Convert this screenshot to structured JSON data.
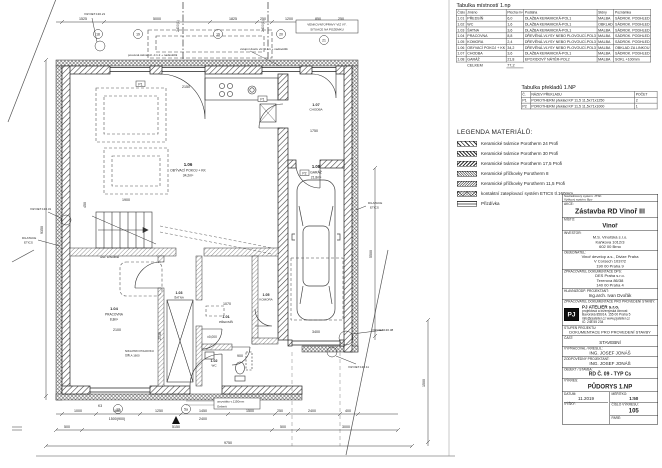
{
  "sheet": {
    "ink": "#1f1f1f",
    "paper": "#ffffff"
  },
  "plan": {
    "rooms": [
      {
        "id": "1.01",
        "name": "PŘEDSÍŇ",
        "area": "6,0m²"
      },
      {
        "id": "1.02",
        "name": "WC",
        "area": "1,6m²"
      },
      {
        "id": "1.03",
        "name": "ŠATNA",
        "area": "3,6m²"
      },
      {
        "id": "1.04",
        "name": "PRACOVNA",
        "area": "8,8m²"
      },
      {
        "id": "1.05",
        "name": "KOMORA",
        "area": "2,4m²"
      },
      {
        "id": "1.06",
        "name": "OBÝVACÍ POKOJ + KK",
        "area": "34,2m²"
      },
      {
        "id": "1.07",
        "name": "CHODBA",
        "area": "3,6m²"
      },
      {
        "id": "1.08",
        "name": "GARÁŽ",
        "area": "21,8m²"
      }
    ],
    "dims": {
      "top": [
        "1525",
        "5000",
        "1825",
        "250",
        "1200",
        "850",
        "250"
      ],
      "top_sub": [
        "2400(1)",
        "2400(1)"
      ],
      "bottom1": [
        "1000",
        "1880",
        "1250",
        "1450",
        "1500",
        "250",
        "2400",
        "400"
      ],
      "bottom1_sub": [
        "1500(900)",
        "2400"
      ],
      "bottom2": [
        "500",
        "5150",
        "500",
        "3000"
      ],
      "bottom3": "9750",
      "left": [
        "9350"
      ],
      "right": [
        "5500",
        "1500"
      ],
      "inner": [
        "2150",
        "1900",
        "450",
        "2100",
        "2730",
        "1070",
        "1750",
        "3400",
        "900"
      ]
    },
    "marks": {
      "windows": [
        "18",
        "19",
        "19",
        "20",
        "21"
      ],
      "bottom_circles": [
        "13",
        "5a"
      ],
      "k3": "K3",
      "p_marks": [
        "P1",
        "P1",
        "P2"
      ]
    },
    "details": [
      "VIZ DET.130.21",
      "VIZ DET.130.31",
      "VIZ DET.130.38",
      "VIZ DET.130.11"
    ],
    "dilatace_line1": "DILATACE",
    "dilatace_line2": "ETICS",
    "level": "±0,000",
    "notes": {
      "venkovni1": "VENKOVNÍ ÚPRAVY VIZ VÝ.",
      "venkovni2": "SITUACE NA POZEMKU",
      "posuvna": "posuvná stěna viz. d.1.2 + nadsvětlík",
      "vstup": "vstupní dveře viz. d.1.1 + nadsvětlík",
      "nika1": "NIKA PRO POHOVKU",
      "nika2": "ŠÍŘ.A 1600",
      "umyvadlo1": "umyvátko v.1150mm",
      "umyvadlo2": "Geberit",
      "schodiste": "ocel. schodiště"
    }
  },
  "room_table": {
    "title": "Tabulka místností 1.np",
    "headers": [
      "Číslo",
      "Jméno",
      "Plocha m²",
      "Podlaha",
      "Stěny",
      "Poznámka"
    ],
    "rows": [
      [
        "1.01",
        "PŘEDSÍŇ",
        "6,0",
        "DLAŽBA KERAMICKÁ-POL1",
        "MALBA",
        "SÁDROK. PODHLED"
      ],
      [
        "1.02",
        "WC",
        "1,6",
        "DLAŽBA KERAMICKÁ-POL1",
        "OBKLAD",
        "SÁDROK. PODHLED"
      ],
      [
        "1.03",
        "ŠATNA",
        "3,6",
        "DLAŽBA KERAMICKÁ-POL1",
        "MALBA",
        "SÁDROK. PODHLED"
      ],
      [
        "1.04",
        "PRACOVNA",
        "8,8",
        "DŘEVĚNÁ-VLYSY NEBO PLOVOUCÍ-POL3",
        "MALBA",
        "SÁDROK. PODHLED"
      ],
      [
        "1.05",
        "KOMORA",
        "2,4",
        "DŘEVĚNÁ-VLYSY NEBO PLOVOUCÍ-POL3",
        "MALBA",
        "SÁDROK. PODHLED"
      ],
      [
        "1.06",
        "OBÝVACÍ POKOJ + KK",
        "34,2",
        "DŘEVĚNÁ-VLYSY NEBO PLOVOUCÍ-POL3",
        "MALBA",
        "OBKLAD ZA LINKOU"
      ],
      [
        "1.07",
        "CHODBA",
        "3,6",
        "DLAŽBA KERAMICKÁ-POL1",
        "MALBA",
        "SÁDROK. PODHLED"
      ],
      [
        "1.08",
        "GARÁŽ",
        "21,8",
        "EPOXIDOVÝ NÁTĚR-POL2",
        "MALBA",
        "SOKL +100mm"
      ]
    ],
    "footer": [
      "",
      "CELKEM",
      "77,2",
      "",
      "",
      ""
    ]
  },
  "lintel_table": {
    "title": "Tabulka překladů 1.NP",
    "headers": [
      "Č.",
      "NÁZEV PŘEKLADU",
      "POČET"
    ],
    "rows": [
      [
        "P1",
        "POROTHERM překlad KP 11,5  11,5x71x1250",
        "2"
      ],
      [
        "P2",
        "POROTHERM překlad KP 11,5  11,5x71x1000",
        "1"
      ]
    ]
  },
  "legend": {
    "title": "LEGENDA MATERIÁLŮ:",
    "items": [
      {
        "pattern": "p24",
        "label": "Keramické tvárnice Porotherm 24 Profi"
      },
      {
        "pattern": "p30",
        "label": "Keramické tvárnice Porotherm 30 Profi"
      },
      {
        "pattern": "p175",
        "label": "Keramické tvárnice Porotherm 17,5 Profi"
      },
      {
        "pattern": "p8",
        "label": "Keramické příčkovky Porotherm 8"
      },
      {
        "pattern": "p115",
        "label": "Keramické příčkovky Porotherm 11,5 Profi"
      },
      {
        "pattern": "etics",
        "label": "kontaktní zateplovací systém ETICS tl.160mm"
      },
      {
        "pattern": "prizdivka",
        "label": "Přizdívka"
      }
    ]
  },
  "titleblock": {
    "sys1": "Souřadnicový systém: JTSK",
    "sys2": "Výškový systém: Bpv",
    "akce_label": "AKCE:",
    "akce": "Zástavba RD Vinoř III",
    "misto_label": "MÍSTO:",
    "misto": "Vinoř",
    "investor_label": "INVESTOR:",
    "investor": [
      "M.S. Vinořská s.r.o.",
      "Kaňkova 1012/3",
      "602 00 Brno"
    ],
    "objednatel_label": "OBJEDNATEL:",
    "objednatel": [
      "Vinoř develop a.s., Divize Praha",
      "V Corsech 1037/2",
      "190 00 Praha 9"
    ],
    "zpracovatel_label": "ZPRACOVATEL DOKUMENTACE DPS:",
    "zpracovatel": [
      "DES Praha s.r.o.",
      "Tererova 86/38",
      "140 00 Praha 4"
    ],
    "hl_label": "HLAVNÍ/ZODP. PROJEKTANT:",
    "hl": "Ing.arch. Ivan Dvořák",
    "zprac2_label": "ZPRACOVATEL DOKUMENTACE PRO PROVEDENÍ STAVBY:",
    "logo": "PJ",
    "firm": "PJ ATELIER s.r.o.",
    "firm_lines": [
      "projektová a inženýrská činnost",
      "Bavorská 856/14, 155 00 Praha 5",
      "info@pjatelier.cz   www.pjatelier.cz",
      "IČ: 248 55 234"
    ],
    "stupen_label": "STUPEŇ PROJEKTU:",
    "stupen": "DOKUMENTACE PRO PROVEDENÍ STAVBY",
    "cast_label": "ČÁST:",
    "cast": "STAVEBNÍ",
    "vypracoval_label": "VYPRACOVAL / KRESLIL:",
    "vypracoval": "ING. JOSEF JONÁŠ",
    "zodp_label": "ZODPOVĚDNÝ PROJEKTANT:",
    "zodp": "ING. JOSEF JONÁŠ",
    "objekt_label": "OBJEKT / STAVBA:",
    "objekt": "RD Č. 09 - TYP Cs",
    "vykres_label": "VÝKRES:",
    "vykres": "PŮDORYS 1.NP",
    "datum_label": "DATUM:",
    "datum": "11.2019",
    "meritko_label": "MĚŘÍTKO:",
    "meritko": "1:50",
    "vysky_label": "VÝŠKY:",
    "cislo_label": "ČÍSLO VÝKRESU:",
    "cislo": "105",
    "pare_label": "PARÉ:"
  }
}
